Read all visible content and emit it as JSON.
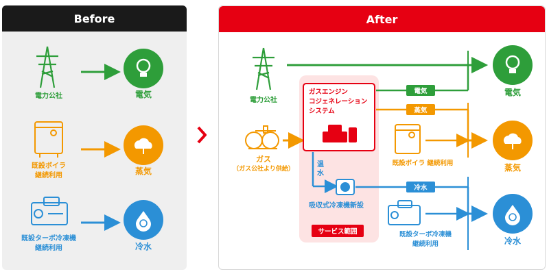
{
  "before": {
    "title": "Before",
    "sources": [
      "電力公社",
      "既設ボイラ\n継続利用",
      "既設ターボ冷凍機\n継続利用"
    ],
    "outputs": [
      "電気",
      "蒸気",
      "冷水"
    ]
  },
  "after": {
    "title": "After",
    "power_source": "電力公社",
    "gas_label": "ガス",
    "gas_sub": "（ガス公社より供給）",
    "cogen_label": "ガスエンジン\nコジェネレーション\nシステム",
    "warm_water": "温\n水",
    "absorption_chiller": "吸収式冷凍機新設",
    "service_scope": "サービス範囲",
    "boiler": "既設ボイラ 継続利用",
    "turbo_chiller": "既設ターボ冷凍機\n継続利用",
    "badges": [
      "電気",
      "蒸気",
      "冷水"
    ],
    "outputs": [
      "電気",
      "蒸気",
      "冷水"
    ]
  },
  "colors": {
    "green": "#2e9e3a",
    "orange": "#f39800",
    "blue": "#2b8fd6",
    "red": "#e60012",
    "pink": "#fde3e3"
  }
}
